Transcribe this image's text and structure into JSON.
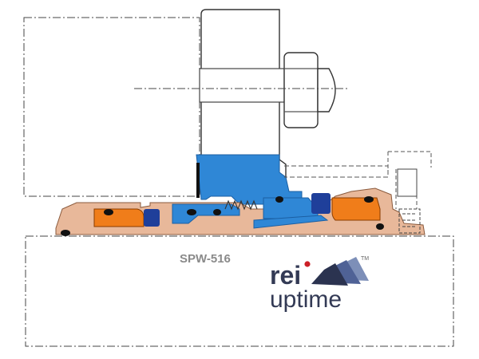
{
  "product": {
    "model": "SPW-516"
  },
  "logo": {
    "brand_top": "rei",
    "brand_bottom": "uptime",
    "trademark": "TM"
  },
  "colors": {
    "seal_blue": "#2f87d6",
    "orange_insert": "#f07d1a",
    "tan_body": "#e8b89a",
    "oring_blue": "#1f3f9a",
    "dark_navy": "#2b3350",
    "logo_red": "#cc2027"
  }
}
